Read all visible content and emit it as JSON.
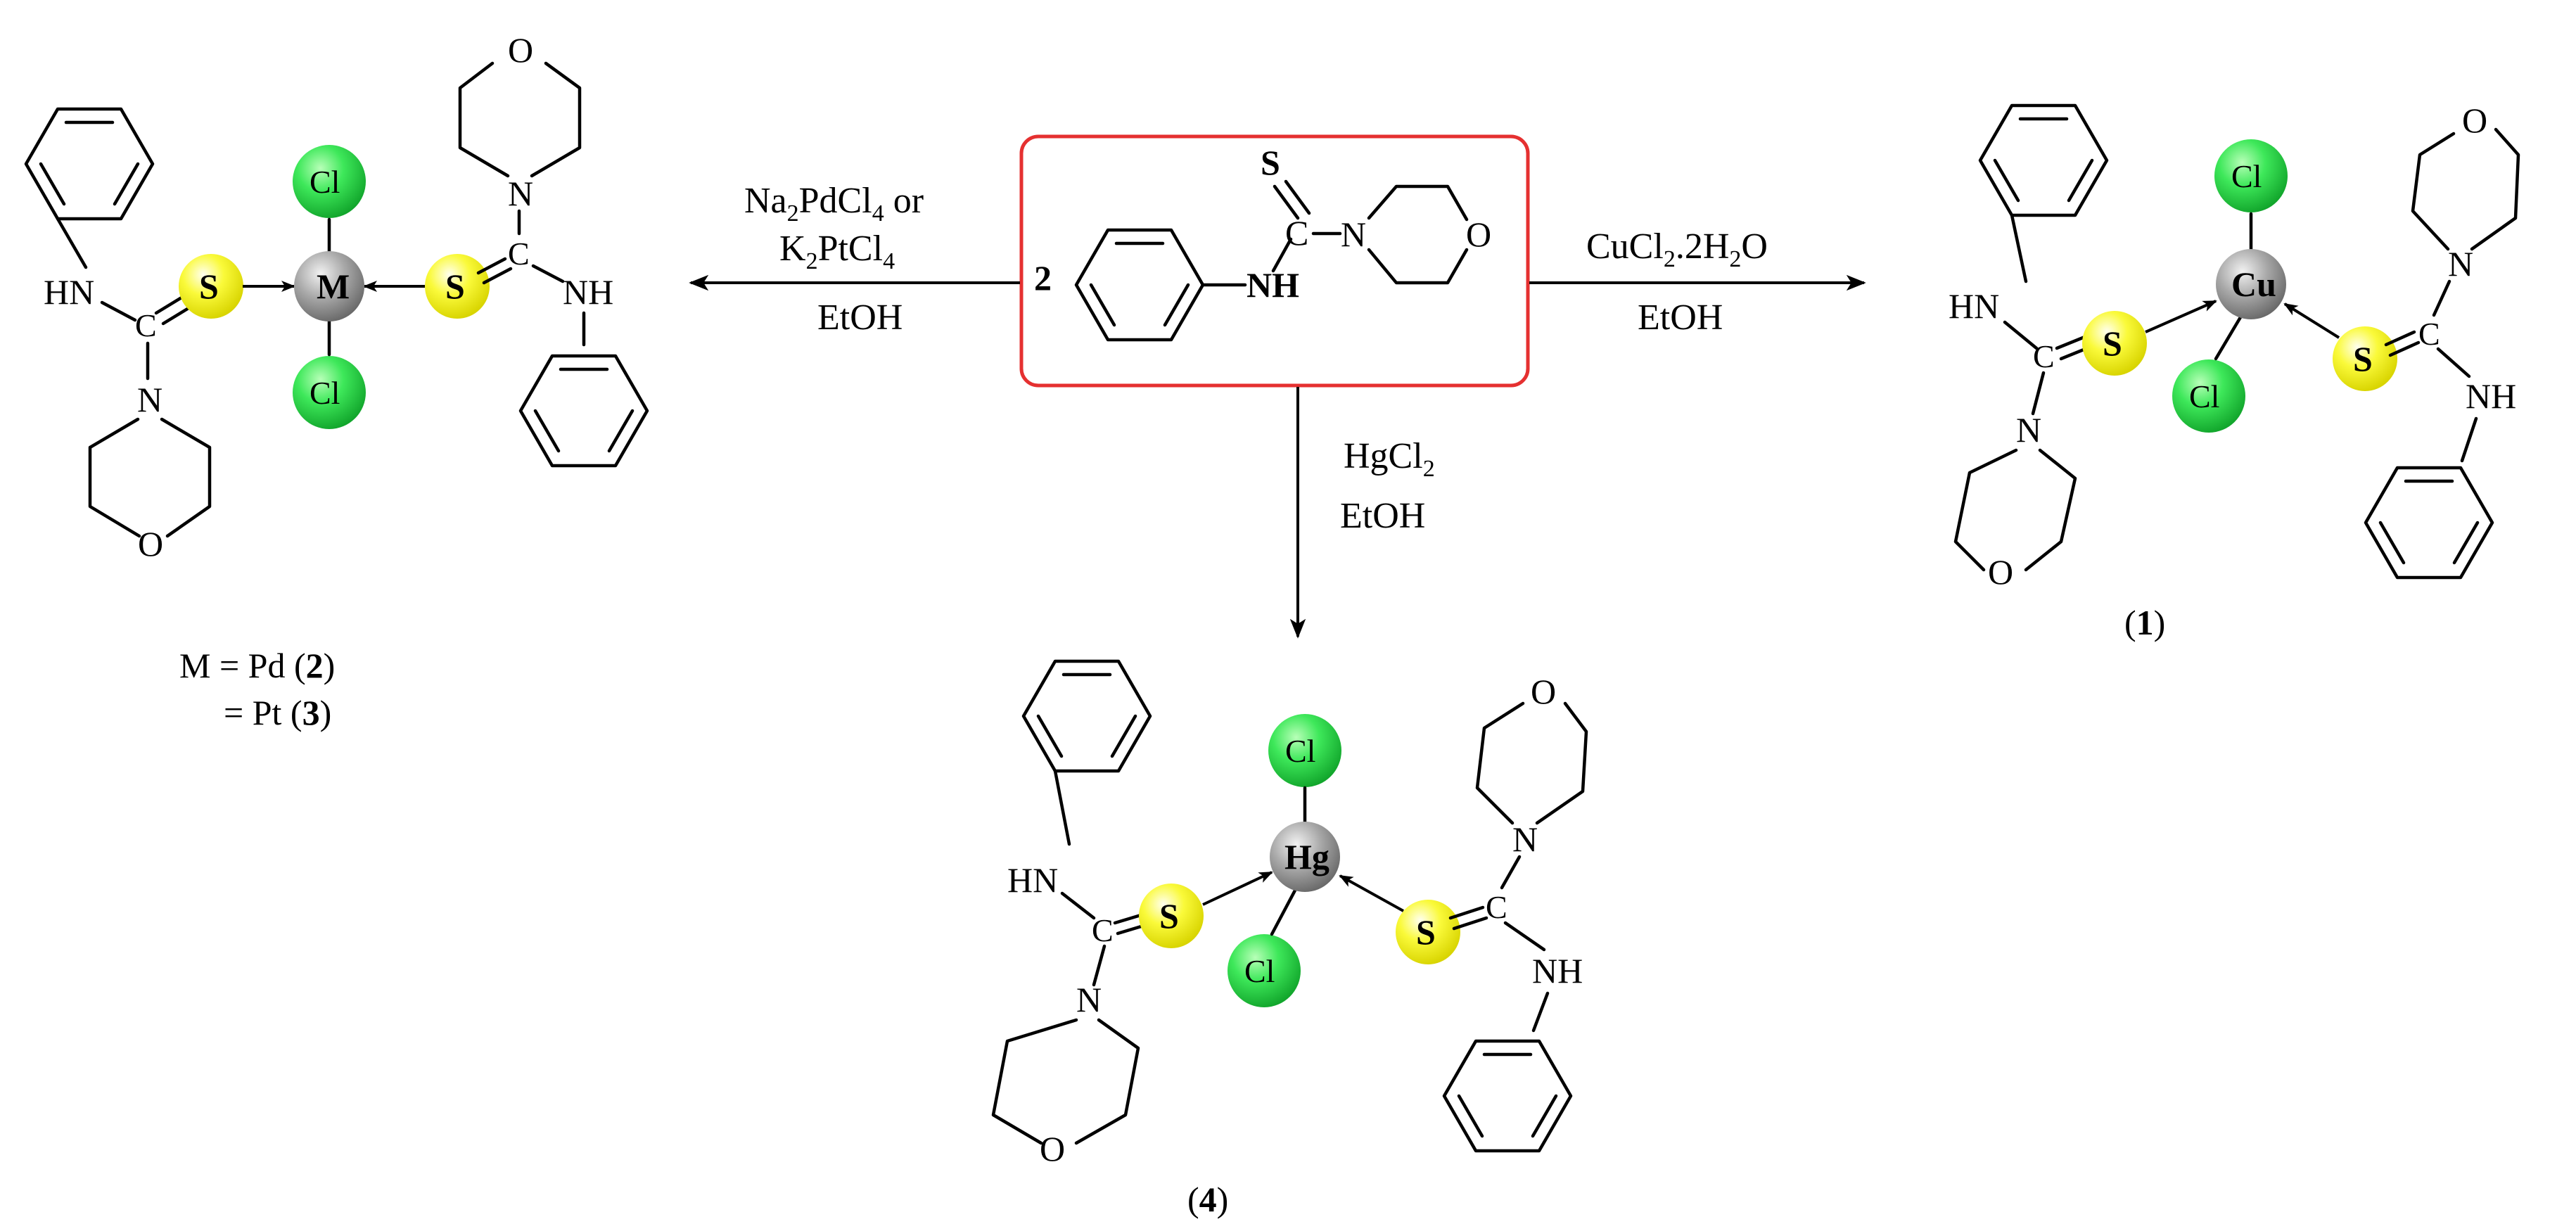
{
  "colors": {
    "chlorine": "#22d84a",
    "sulfur": "#f4f21a",
    "metal": "#9a9a9a",
    "box_border": "#e53030"
  },
  "atoms": {
    "cl": "Cl",
    "s": "S",
    "n": "N",
    "o": "O",
    "c": "C",
    "nh": "NH",
    "hn": "HN"
  },
  "metals": {
    "left": "M",
    "right": "Cu",
    "bottom": "Hg"
  },
  "ligand": {
    "label": "2",
    "s": "S",
    "n": "N",
    "o": "O",
    "c": "C",
    "nh": "NH"
  },
  "conditions": {
    "left": {
      "reagent1_a": "Na",
      "reagent1_a_sub": "2",
      "reagent1_b": "PdCl",
      "reagent1_b_sub": "4",
      "reagent1_or": " or",
      "reagent2_a": "K",
      "reagent2_a_sub": "2",
      "reagent2_b": "PtCl",
      "reagent2_b_sub": "4",
      "solvent": "EtOH"
    },
    "right": {
      "reagent_a": "CuCl",
      "reagent_a_sub": "2",
      "reagent_b": ".2H",
      "reagent_b_sub": "2",
      "reagent_c": "O",
      "solvent": "EtOH"
    },
    "bottom": {
      "reagent_a": "HgCl",
      "reagent_a_sub": "2",
      "solvent": "EtOH"
    }
  },
  "compound_labels": {
    "cu": {
      "open": "(",
      "num": "1",
      "close": ")"
    },
    "hg": {
      "open": "(",
      "num": "4",
      "close": ")"
    },
    "pd_line": {
      "pre": "M = Pd (",
      "num": "2",
      "close": ")"
    },
    "pt_line": {
      "pre": "= Pt (",
      "num": "3",
      "close": ")"
    }
  }
}
